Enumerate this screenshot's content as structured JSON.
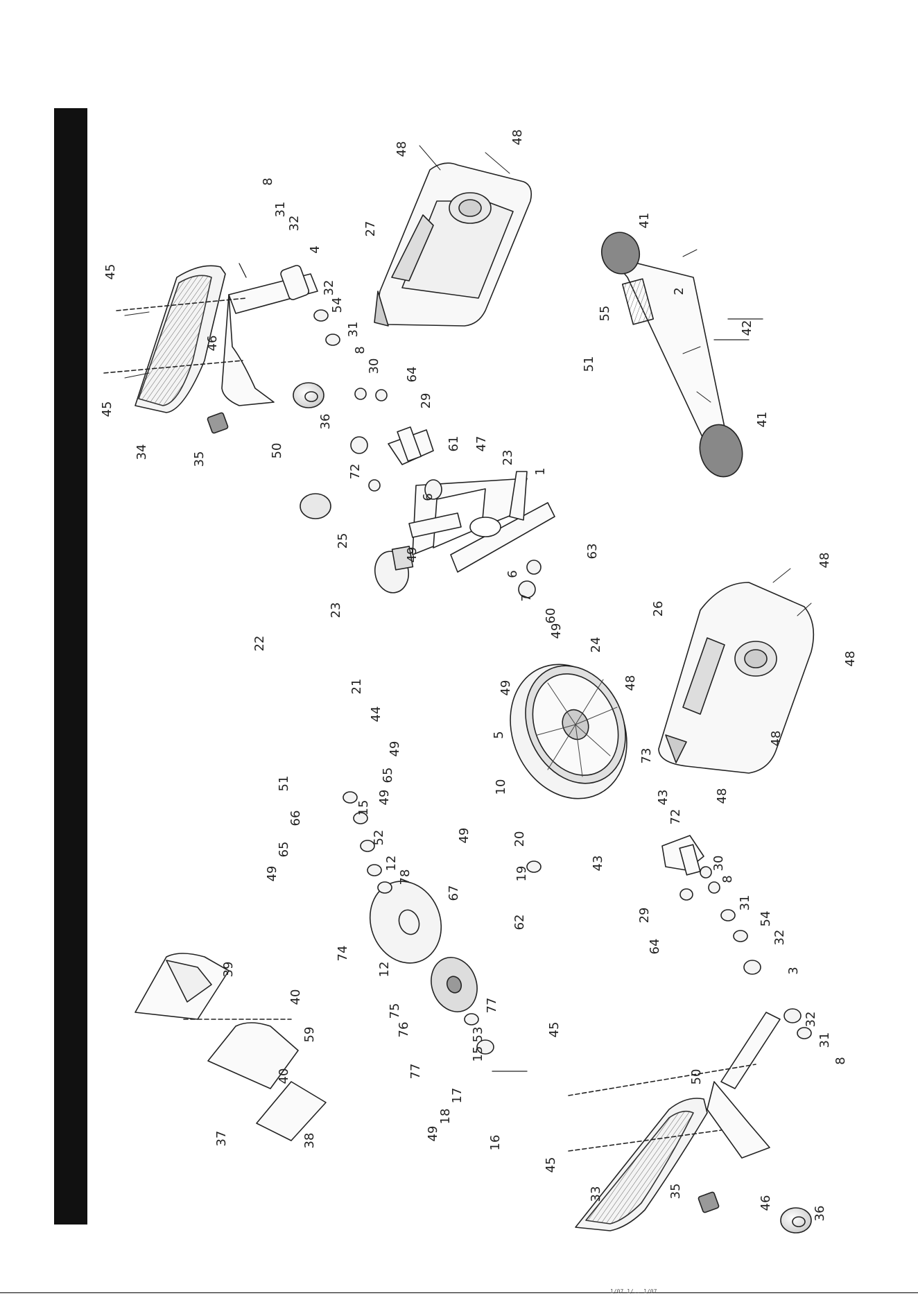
{
  "diagram": {
    "part_numbers": {
      "p1": "1",
      "p2": "2",
      "p3": "3",
      "p4": "4",
      "p5": "5",
      "p6a": "6",
      "p6b": "6",
      "p7": "7",
      "p8a": "8",
      "p8b": "8",
      "p8c": "8",
      "p8d": "8",
      "p10": "10",
      "p12a": "12",
      "p12b": "12",
      "p15a": "15",
      "p15b": "15",
      "p16": "16",
      "p17": "17",
      "p18": "18",
      "p19": "19",
      "p20": "20",
      "p21": "21",
      "p22": "22",
      "p23a": "23",
      "p23b": "23",
      "p24": "24",
      "p25": "25",
      "p26": "26",
      "p27": "27",
      "p29a": "29",
      "p29b": "29",
      "p30a": "30",
      "p30b": "30",
      "p31a": "31",
      "p31b": "31",
      "p31c": "31",
      "p31d": "31",
      "p32a": "32",
      "p32b": "32",
      "p32c": "32",
      "p32d": "32",
      "p33": "33",
      "p34": "34",
      "p35a": "35",
      "p35b": "35",
      "p36a": "36",
      "p36b": "36",
      "p37": "37",
      "p38": "38",
      "p39": "39",
      "p40a": "40",
      "p40b": "40",
      "p41a": "41",
      "p41b": "41",
      "p42": "42",
      "p43a": "43",
      "p43b": "43",
      "p44": "44",
      "p45a": "45",
      "p45b": "45",
      "p45c": "45",
      "p45d": "45",
      "p46a": "46",
      "p46b": "46",
      "p47": "47",
      "p48a": "48",
      "p48b": "48",
      "p48c": "48",
      "p48d": "48",
      "p48e": "48",
      "p48f": "48",
      "p48g": "48",
      "p49a": "49",
      "p49b": "49",
      "p49c": "49",
      "p49d": "49",
      "p49e": "49",
      "p49f": "49",
      "p49g": "49",
      "p49h": "49",
      "p50a": "50",
      "p50b": "50",
      "p51a": "51",
      "p51b": "51",
      "p52": "52",
      "p53": "53",
      "p54a": "54",
      "p54b": "54",
      "p55": "55",
      "p59": "59",
      "p60": "60",
      "p61": "61",
      "p62": "62",
      "p63": "63",
      "p64a": "64",
      "p64b": "64",
      "p65a": "65",
      "p65b": "65",
      "p66": "66",
      "p67": "67",
      "p72a": "72",
      "p72b": "72",
      "p73": "73",
      "p74": "74",
      "p75": "75",
      "p76": "76",
      "p77a": "77",
      "p77b": "77",
      "p78": "78"
    }
  },
  "footer": {
    "code": "1/07 1/.. 1/07"
  }
}
